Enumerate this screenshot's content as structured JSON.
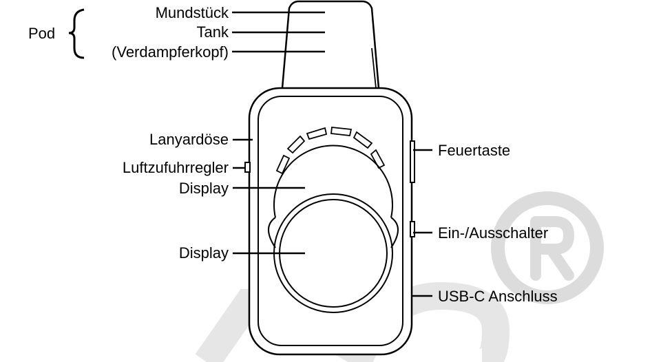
{
  "group_label": "Pod",
  "labels_left": {
    "mouthpiece": "Mundstück",
    "tank": "Tank",
    "coil": "(Verdampferkopf)",
    "lanyard": "Lanyardöse",
    "airflow": "Luftzufuhrregler",
    "display_upper": "Display",
    "display_lower": "Display"
  },
  "labels_right": {
    "fire": "Feuertaste",
    "power": "Ein-/Ausschalter",
    "usb": "USB-C Anschluss"
  },
  "watermark": {
    "text": "®",
    "color": "#d9d9d9"
  }
}
